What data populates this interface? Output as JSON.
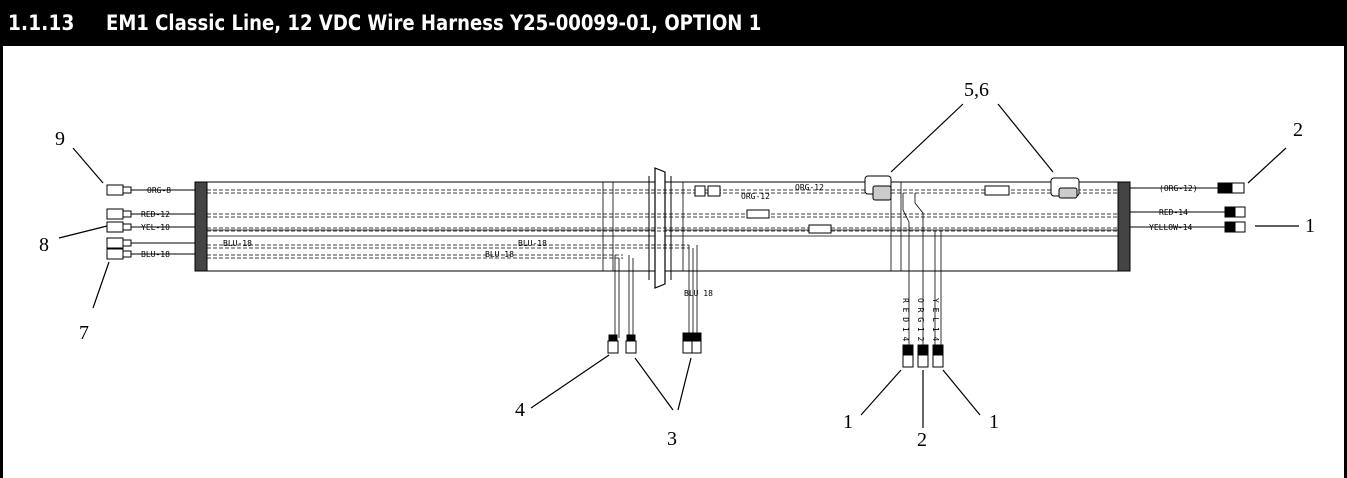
{
  "header": {
    "section_number": "1.1.13",
    "title": "EM1 Classic Line, 12 VDC Wire Harness Y25-00099-01, OPTION 1"
  },
  "callouts": {
    "c9": "9",
    "c8": "8",
    "c7": "7",
    "c56": "5,6",
    "c2top": "2",
    "c1right": "1",
    "c4": "4",
    "c3": "3",
    "c1a": "1",
    "c2bottom": "2",
    "c1b": "1"
  },
  "wire_labels": {
    "left_org": "ORG-8",
    "left_red": "RED-12",
    "left_yel": "YEL-10",
    "left_blu": "BLU-18",
    "inner_blu_1": "BLU-18",
    "inner_blu_2": "BLU-18",
    "inner_blu_3": "BLU-18",
    "inner_org_1": "ORG-12",
    "inner_org_2": "ORG-12",
    "right_org": "(ORG-12)",
    "right_red": "RED-14",
    "right_yel": "YELLOW-14",
    "blu_drop": "BLU\n18"
  },
  "drop_labels": {
    "red": "R E D 1 4",
    "org": "O R G 1 2",
    "yel": "Y E L 1 4"
  }
}
